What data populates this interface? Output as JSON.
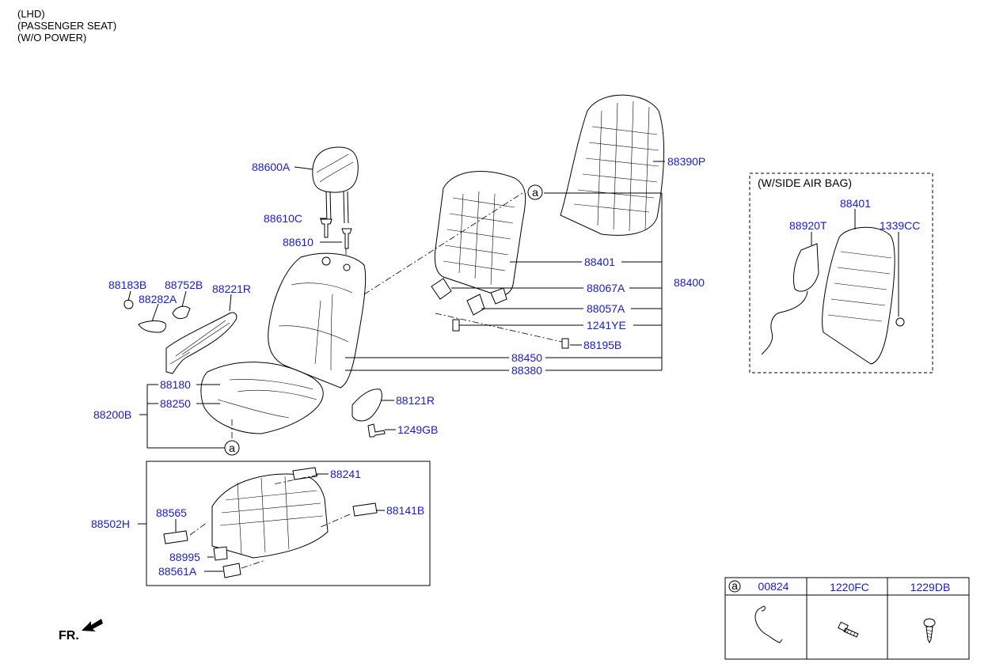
{
  "header": {
    "line1": "(LHD)",
    "line2": "(PASSENGER SEAT)",
    "line3": "(W/O POWER)"
  },
  "parts": {
    "p88600A": "88600A",
    "p88610C": "88610C",
    "p88610": "88610",
    "p88390P": "88390P",
    "p88401": "88401",
    "p88067A": "88067A",
    "p88400": "88400",
    "p88057A": "88057A",
    "p1241YE": "1241YE",
    "p88195B": "88195B",
    "p88450": "88450",
    "p88380": "88380",
    "p88183B": "88183B",
    "p88752B": "88752B",
    "p88282A": "88282A",
    "p88221R": "88221R",
    "p88180": "88180",
    "p88250": "88250",
    "p88200B": "88200B",
    "p88121R": "88121R",
    "p1249GB": "1249GB",
    "p88241": "88241",
    "p88565": "88565",
    "p88502H": "88502H",
    "p88141B": "88141B",
    "p88995": "88995",
    "p88561A": "88561A"
  },
  "ref_marker": "a",
  "side_airbag": {
    "title": "(W/SIDE AIR BAG)",
    "p88401": "88401",
    "p88920T": "88920T",
    "p1339CC": "1339CC"
  },
  "fastener_table": {
    "marker": "a",
    "headers": [
      "00824",
      "1220FC",
      "1229DB"
    ]
  },
  "front_indicator": "FR."
}
